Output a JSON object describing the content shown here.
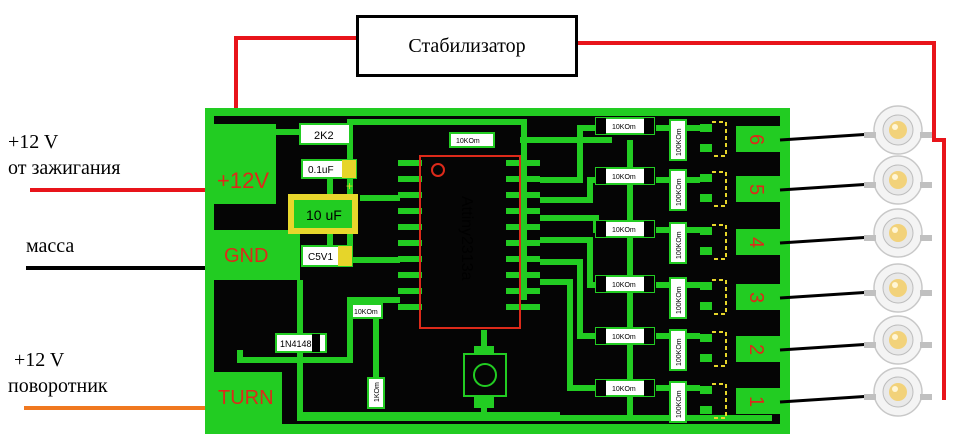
{
  "stabilizer": {
    "label": "Стабилизатор"
  },
  "external_labels": {
    "ignition_voltage": "+12 V",
    "ignition_desc": "от зажигания",
    "ground": "масса",
    "turn_voltage": "+12 V",
    "turn_desc": "поворотник"
  },
  "board": {
    "pad_12v": "+12V",
    "pad_gnd": "GND",
    "pad_turn": "TURN",
    "r_2k2": "2K2",
    "c_01uf": "0.1uF",
    "c_10uf": "10 uF",
    "plus_sign": "+",
    "zener": "C5V1",
    "diode": "1N4148",
    "r_top": "10KOm",
    "r_mid": "10KOm",
    "r_bottom": "1KOm",
    "mcu": "Attiny2313a",
    "led_resistors": [
      "10KOm",
      "10KOm",
      "10KOm",
      "10KOm",
      "10KOm",
      "10KOm"
    ],
    "gate_resistors": [
      "100KOm",
      "100KOm",
      "100KOm",
      "100KOm",
      "100KOm",
      "100KOm"
    ],
    "channels": [
      "6",
      "5",
      "4",
      "3",
      "2",
      "1"
    ]
  },
  "colors": {
    "board_green": "#22cc22",
    "board_black": "#050505",
    "silk_red": "#dd2a1a",
    "wire_red": "#e8141a",
    "wire_black": "#000000",
    "wire_orange": "#f07820",
    "led_yellow": "#f2d27a"
  }
}
